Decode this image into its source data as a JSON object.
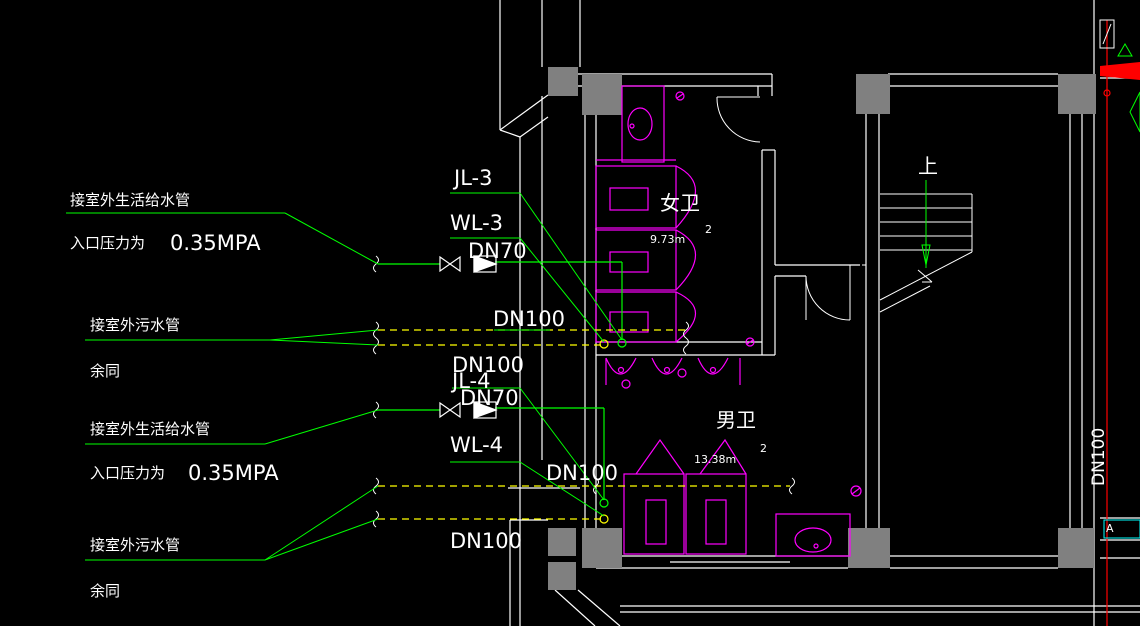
{
  "labels": {
    "supply_in_1": "接室外生活给水管",
    "pressure_1_text": "入口压力为",
    "pressure_1_value": "0.35MPA",
    "sewer_1": "接室外污水管",
    "same_1": "余同",
    "supply_in_2": "接室外生活给水管",
    "pressure_2_text": "入口压力为",
    "pressure_2_value": "0.35MPA",
    "sewer_2": "接室外污水管",
    "same_2": "余同",
    "jl3": "JL-3",
    "wl3": "WL-3",
    "dn70_1": "DN70",
    "dn100_1": "DN100",
    "dn100_2": "DN100",
    "jl4": "JL-4",
    "dn70_2": "DN70",
    "wl4": "WL-4",
    "dn100_3": "DN100",
    "dn100_4": "DN100",
    "dn100_vertical": "DN100",
    "women_room": "女卫",
    "women_area": "9.73m",
    "women_area_sup": "2",
    "men_room": "男卫",
    "men_area": "13.38m",
    "men_area_sup": "2",
    "stair_up": "上",
    "box_a": "A"
  },
  "colors": {
    "background": "#000000",
    "wall": "#ffffff",
    "column": "#808080",
    "leader": "#00ff00",
    "fixture": "#ff00ff",
    "pipe_dash": "#ffff00",
    "axis": "#ff0000",
    "note": "#00ff00"
  }
}
